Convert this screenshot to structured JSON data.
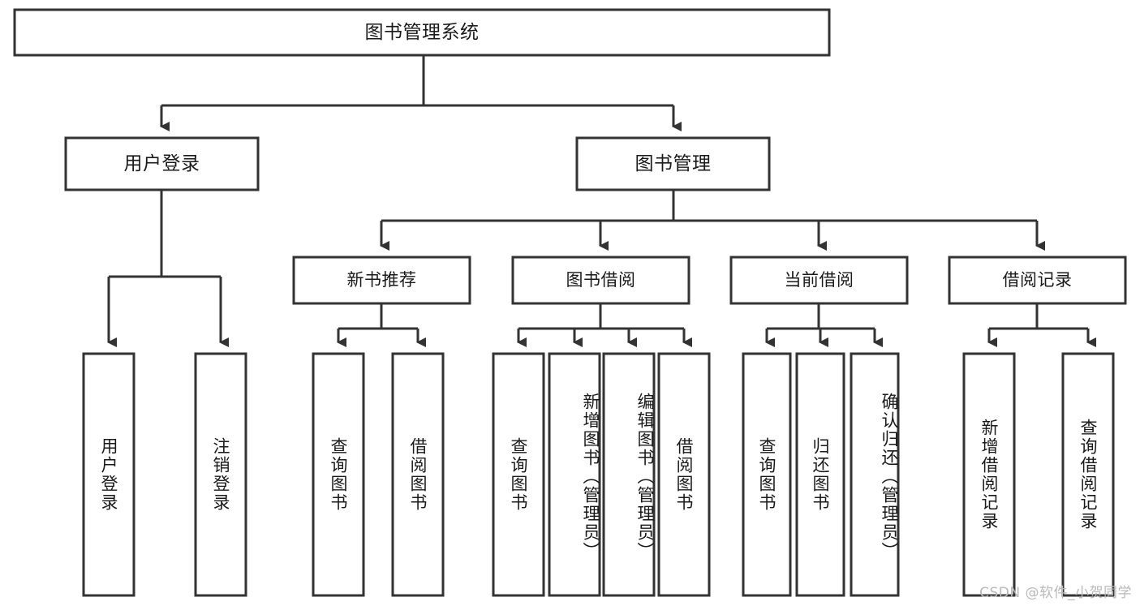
{
  "diagram": {
    "type": "tree-hierarchy",
    "title": "图书管理系统",
    "watermark": "CSDN @软件_小贺同学",
    "colors": {
      "stroke": "#333333",
      "fill": "#ffffff",
      "text": "#1a1a1a",
      "watermark": "#b9b9b9"
    },
    "levels": [
      {
        "level": 1,
        "nodes": [
          {
            "id": "root",
            "label": "图书管理系统",
            "orientation": "horizontal"
          }
        ]
      },
      {
        "level": 2,
        "nodes": [
          {
            "id": "user-login",
            "label": "用户登录",
            "orientation": "horizontal",
            "parent": "root"
          },
          {
            "id": "book-manage",
            "label": "图书管理",
            "orientation": "horizontal",
            "parent": "root"
          }
        ]
      },
      {
        "level": 3,
        "nodes": [
          {
            "id": "new-book-rec",
            "label": "新书推荐",
            "orientation": "horizontal",
            "parent": "book-manage"
          },
          {
            "id": "book-borrow",
            "label": "图书借阅",
            "orientation": "horizontal",
            "parent": "book-manage"
          },
          {
            "id": "current-borrow",
            "label": "当前借阅",
            "orientation": "horizontal",
            "parent": "book-manage"
          },
          {
            "id": "borrow-record",
            "label": "借阅记录",
            "orientation": "horizontal",
            "parent": "book-manage"
          }
        ]
      },
      {
        "level": 4,
        "nodes": [
          {
            "id": "leaf-user-login",
            "label": "用户登录",
            "orientation": "vertical",
            "parent": "user-login"
          },
          {
            "id": "leaf-user-logout",
            "label": "注销登录",
            "orientation": "vertical",
            "parent": "user-login"
          },
          {
            "id": "leaf-query-book-1",
            "label": "查询图书",
            "orientation": "vertical",
            "parent": "new-book-rec"
          },
          {
            "id": "leaf-borrow-book-1",
            "label": "借阅图书",
            "orientation": "vertical",
            "parent": "new-book-rec"
          },
          {
            "id": "leaf-query-book-2",
            "label": "查询图书",
            "orientation": "vertical",
            "parent": "book-borrow"
          },
          {
            "id": "leaf-add-book",
            "label": "新增图书（管理员）",
            "orientation": "vertical",
            "parent": "book-borrow"
          },
          {
            "id": "leaf-edit-book",
            "label": "编辑图书（管理员）",
            "orientation": "vertical",
            "parent": "book-borrow"
          },
          {
            "id": "leaf-borrow-book-2",
            "label": "借阅图书",
            "orientation": "vertical",
            "parent": "book-borrow"
          },
          {
            "id": "leaf-query-book-3",
            "label": "查询图书",
            "orientation": "vertical",
            "parent": "current-borrow"
          },
          {
            "id": "leaf-return-book",
            "label": "归还图书",
            "orientation": "vertical",
            "parent": "current-borrow"
          },
          {
            "id": "leaf-confirm-return",
            "label": "确认归还（管理员）",
            "orientation": "vertical",
            "parent": "current-borrow"
          },
          {
            "id": "leaf-add-record",
            "label": "新增借阅记录",
            "orientation": "vertical",
            "parent": "borrow-record"
          },
          {
            "id": "leaf-query-record",
            "label": "查询借阅记录",
            "orientation": "vertical",
            "parent": "borrow-record"
          }
        ]
      }
    ]
  }
}
